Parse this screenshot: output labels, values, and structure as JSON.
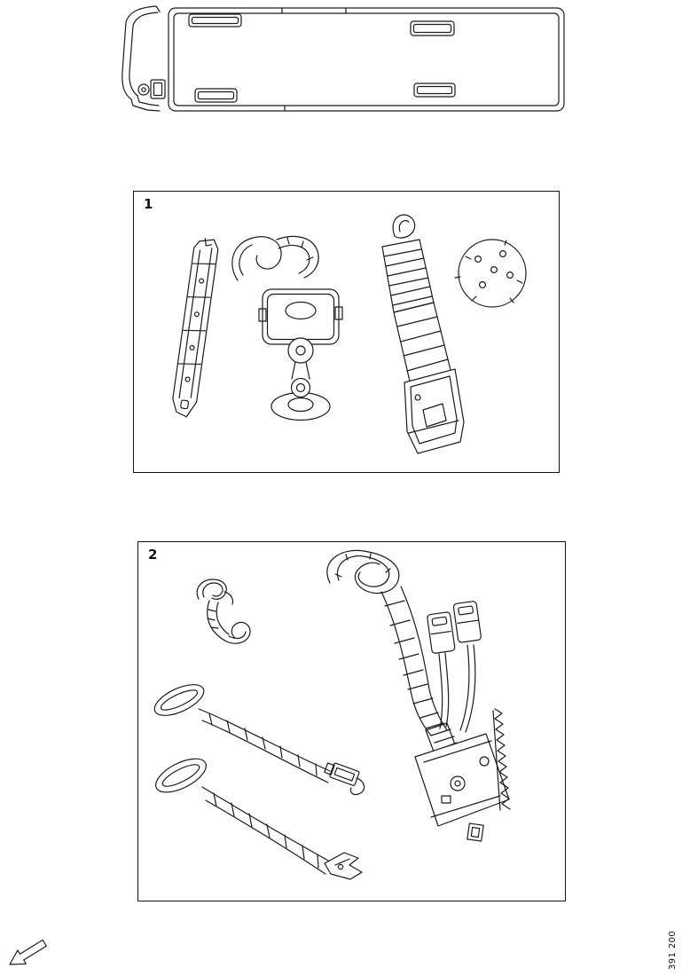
{
  "page": {
    "background_color": "#ffffff",
    "line_color": "#1c1c1c"
  },
  "figure_boxes": {
    "box1": {
      "label": "1"
    },
    "box2": {
      "label": "2"
    }
  },
  "illustrations": {
    "top": "cargo-bed-side-panel-line-art",
    "box1_parts": [
      "mounting-rail-line-art",
      "hook-buckle-fitting-line-art",
      "lashing-belt-retractor-line-art",
      "perforated-disc-line-art"
    ],
    "box2_parts": [
      "strap-clip-line-art",
      "belt-buckle-assembly-line-art",
      "loop-strap-upper-line-art",
      "loop-strap-lower-line-art"
    ]
  },
  "footer": {
    "arrow_icon": "forward-down-arrow-icon",
    "page_code": "391 200"
  }
}
